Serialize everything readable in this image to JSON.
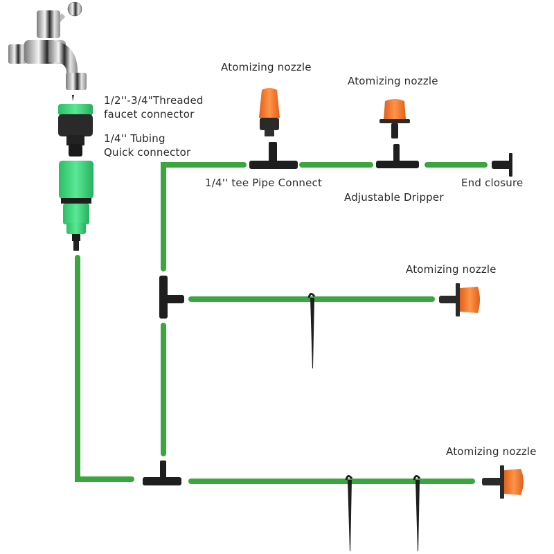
{
  "diagram": {
    "title": "Drip irrigation kit layout",
    "colors": {
      "tubing": "#3aa63e",
      "fitting": "#1e1e1e",
      "nozzle": "#f07a2a",
      "connector_green": "#38d47a",
      "faucet": "#c8c8c8",
      "text": "#2a2a2a"
    },
    "labels": {
      "faucet_connector_line1": "1/2''-3/4\"Threaded",
      "faucet_connector_line2": "faucet connector",
      "quick_connector_line1": "1/4'' Tubing",
      "quick_connector_line2": "Quick connector",
      "nozzle_top_1": "Atomizing nozzle",
      "nozzle_top_2": "Atomizing nozzle",
      "tee": "1/4'' tee Pipe Connect",
      "dripper": "Adjustable Dripper",
      "end_closure": "End closure",
      "nozzle_middle": "Atomizing nozzle",
      "nozzle_bottom": "Atomizing nozzle"
    },
    "components": [
      {
        "name": "Faucet",
        "icon": "faucet-icon"
      },
      {
        "name": "Threaded faucet connector",
        "icon": "threaded-connector-icon"
      },
      {
        "name": "Tubing quick connector",
        "icon": "quick-connector-icon"
      },
      {
        "name": "Tee pipe connector",
        "icon": "tee-connector-icon",
        "count": 4
      },
      {
        "name": "Atomizing nozzle",
        "icon": "nozzle-icon",
        "count": 4
      },
      {
        "name": "Adjustable dripper",
        "icon": "dripper-icon"
      },
      {
        "name": "End closure",
        "icon": "end-plug-icon"
      },
      {
        "name": "Ground stake",
        "icon": "stake-icon",
        "count": 3
      }
    ]
  }
}
